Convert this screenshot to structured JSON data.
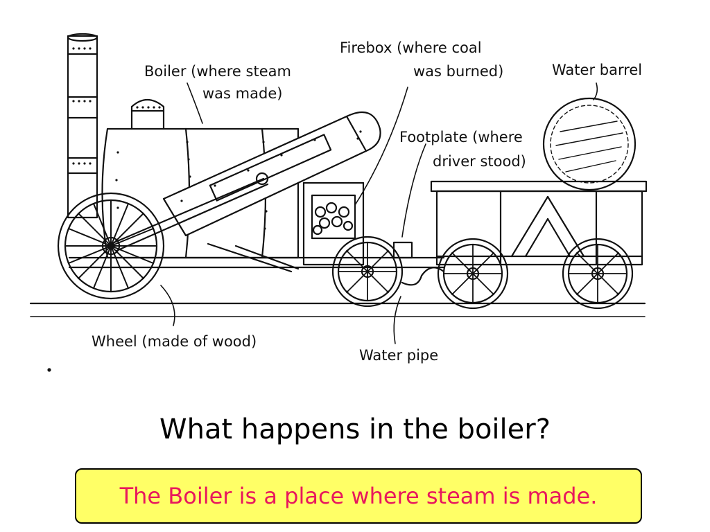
{
  "diagram": {
    "labels": {
      "boiler_line1": "Boiler (where steam",
      "boiler_line2": "was made)",
      "firebox_line1": "Firebox (where coal",
      "firebox_line2": "was burned)",
      "water_barrel": "Water barrel",
      "footplate_line1": "Footplate (where",
      "footplate_line2": "driver stood)",
      "wheel": "Wheel (made of wood)",
      "water_pipe": "Water pipe"
    }
  },
  "question": "What happens in the boiler?",
  "answer": {
    "text": "The Boiler is a place where steam is made.",
    "text_color": "#e8175d",
    "box_color": "#ffff66"
  }
}
